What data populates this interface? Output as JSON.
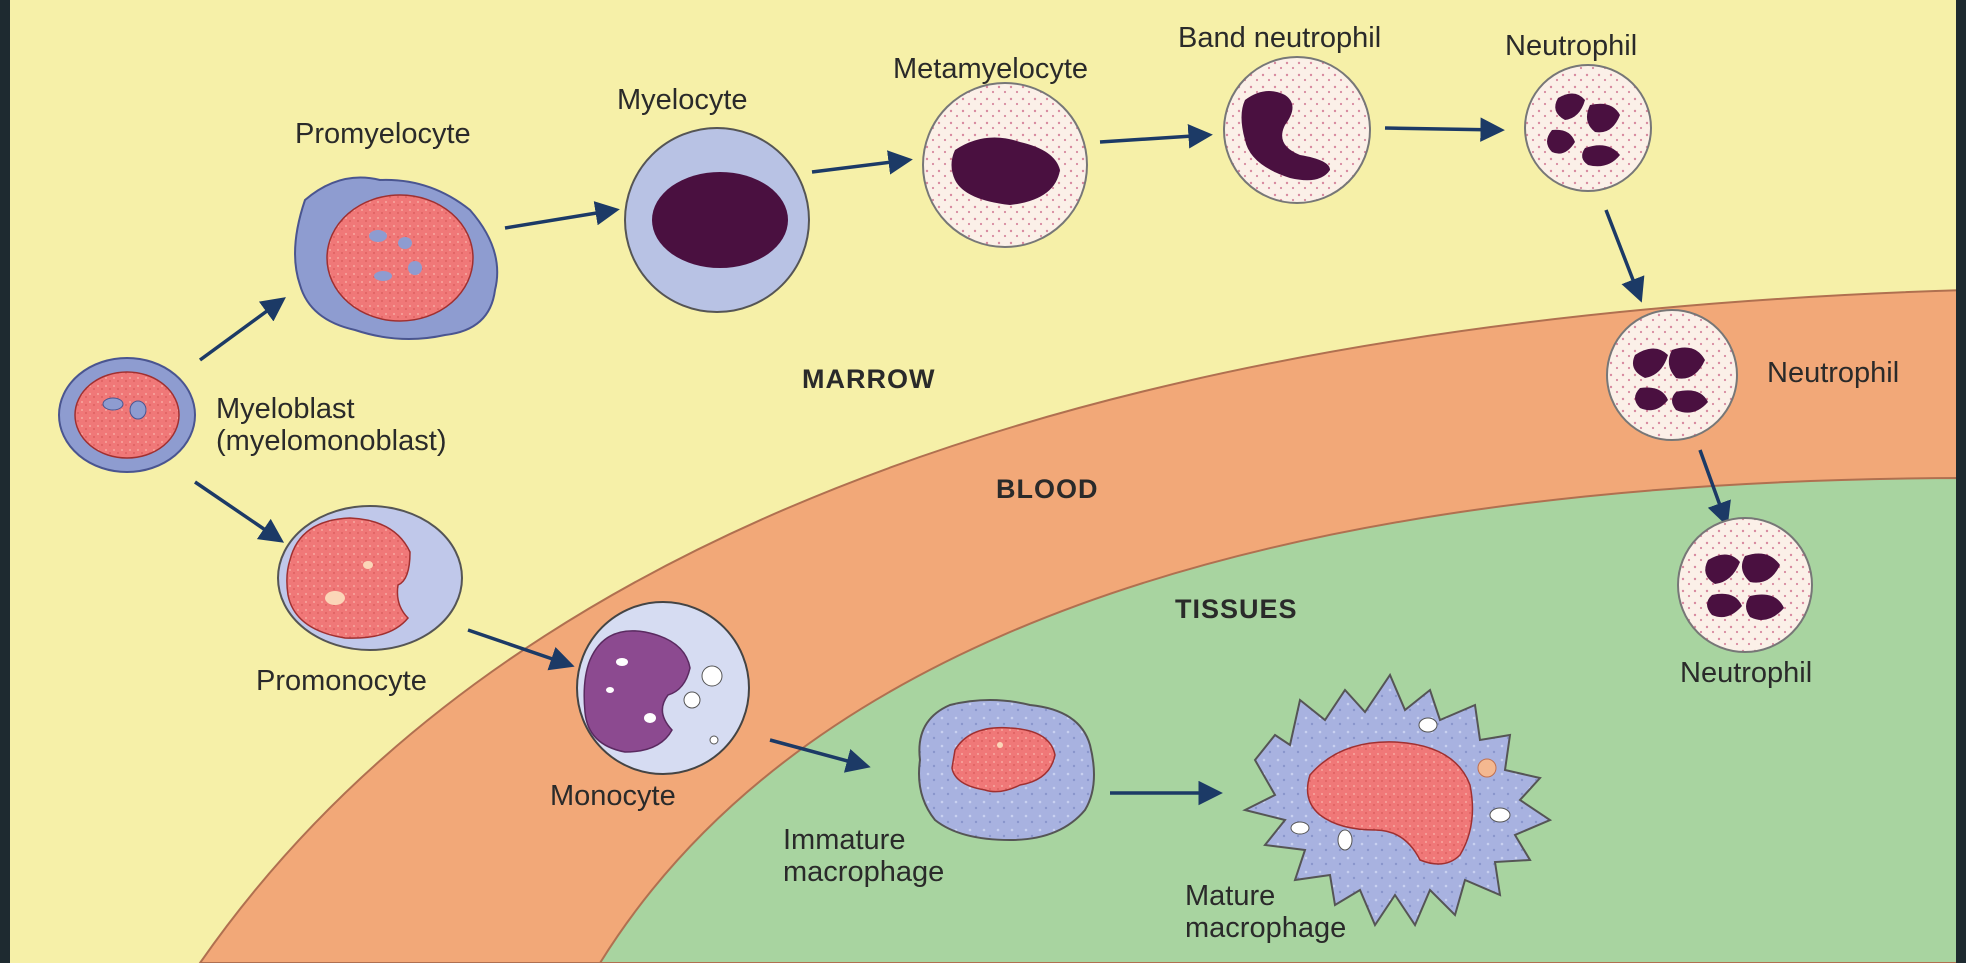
{
  "regions": {
    "marrow": "MARROW",
    "blood": "BLOOD",
    "tissues": "TISSUES"
  },
  "cells": {
    "myeloblast_line1": "Myeloblast",
    "myeloblast_line2": "(myelomonoblast)",
    "promyelocyte": "Promyelocyte",
    "myelocyte": "Myelocyte",
    "metamyelocyte": "Metamyelocyte",
    "band_neutrophil": "Band neutrophil",
    "neutrophil_marrow": "Neutrophil",
    "neutrophil_blood": "Neutrophil",
    "neutrophil_tissue": "Neutrophil",
    "promonocyte": "Promonocyte",
    "monocyte": "Monocyte",
    "immature_macrophage_line1": "Immature",
    "immature_macrophage_line2": "macrophage",
    "mature_macrophage_line1": "Mature",
    "mature_macrophage_line2": "macrophage"
  },
  "colors": {
    "marrow_bg": "#f6f0a8",
    "blood_band": "#f2a878",
    "tissue_bg": "#a8d4a0",
    "arrow": "#1c3a66",
    "nucleus_dark": "#4a1040",
    "nucleus_pink": "#f07070",
    "cytoplasm_blue": "#8e9cd0"
  }
}
